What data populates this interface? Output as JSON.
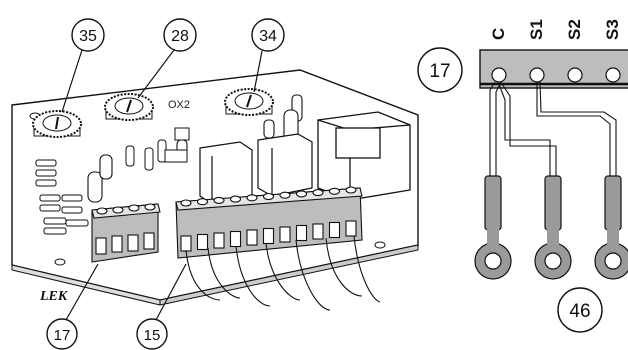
{
  "callouts": {
    "pot_left": "35",
    "pot_middle": "28",
    "pot_right": "34",
    "terminal_block_small": "17",
    "terminal_block_large": "15",
    "detail_block": "17",
    "detail_lugs": "46"
  },
  "board": {
    "brand_mark": "LEK",
    "module_code": "OX2"
  },
  "detail_terminals": [
    "C",
    "S1",
    "S2",
    "S3"
  ]
}
